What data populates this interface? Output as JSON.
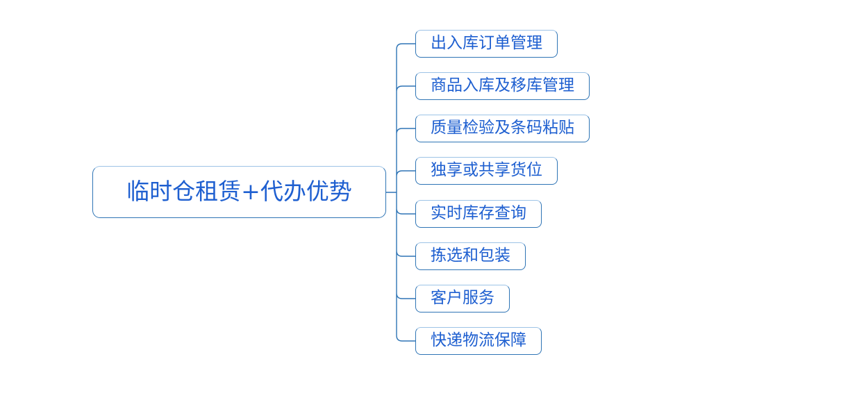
{
  "diagram": {
    "type": "mindmap",
    "root": {
      "label": "临时仓租赁+代办优势"
    },
    "children": [
      {
        "label": "出入库订单管理"
      },
      {
        "label": "商品入库及移库管理"
      },
      {
        "label": "质量检验及条码粘贴"
      },
      {
        "label": "独享或共享货位"
      },
      {
        "label": "实时库存查询"
      },
      {
        "label": "拣选和包装"
      },
      {
        "label": "客户服务"
      },
      {
        "label": "快递物流保障"
      }
    ],
    "colors": {
      "background": "#FFFFFF",
      "node_fill": "#FFFFFF",
      "node_border": "#2E74B5",
      "node_border_top_highlight": "#9DC3E6",
      "text": "#1E5FD0",
      "connector": "#2E74B5"
    }
  }
}
